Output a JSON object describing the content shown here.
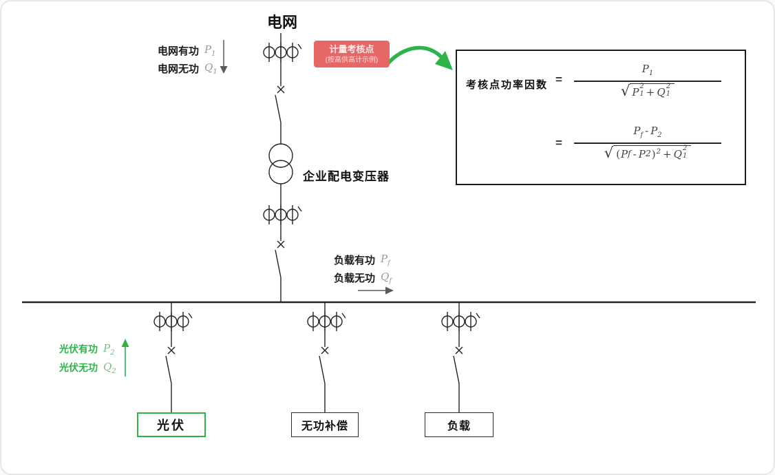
{
  "title": "电网",
  "grid": {
    "active": {
      "label": "电网有功",
      "sym": "P",
      "sub": "1"
    },
    "reactive": {
      "label": "电网无功",
      "sym": "Q",
      "sub": "1"
    }
  },
  "badge": {
    "line1": "计量考核点",
    "line2": "(按高供高计示例)"
  },
  "transformer": {
    "label": "企业配电变压器"
  },
  "load_flow": {
    "active": {
      "label": "负载有功",
      "sym": "P",
      "sub": "f"
    },
    "reactive": {
      "label": "负载无功",
      "sym": "Q",
      "sub": "f"
    }
  },
  "pv_flow": {
    "active": {
      "label": "光伏有功",
      "sym": "P",
      "sub": "2"
    },
    "reactive": {
      "label": "光伏无功",
      "sym": "Q",
      "sub": "2"
    }
  },
  "branches": {
    "pv": "光伏",
    "compensation": "无功补偿",
    "load": "负载"
  },
  "formula": {
    "title": "考核点功率因数",
    "eq1": "=",
    "eq2": "=",
    "sqrt1": "√",
    "sqrt2": "√",
    "f1": {
      "num": {
        "sym": "P",
        "sub": "1"
      },
      "den": {
        "t1": {
          "sym": "P",
          "sub": "1",
          "sup": "2"
        },
        "plus": "+",
        "t2": {
          "sym": "Q",
          "sub": "1",
          "sup": "2"
        }
      }
    },
    "f2": {
      "num": {
        "a": {
          "sym": "P",
          "sub": "f"
        },
        "minus": "-",
        "b": {
          "sym": "P",
          "sub": "2"
        }
      },
      "den": {
        "open": "(",
        "a": {
          "sym": "P",
          "sub": "f"
        },
        "minus": "-",
        "b": {
          "sym": "P",
          "sub": "2"
        },
        "close": ")",
        "sup": "2",
        "plus": "+",
        "t2": {
          "sym": "Q",
          "sub": "1",
          "sup": "2"
        }
      }
    }
  },
  "colors": {
    "green": "#2cb34a",
    "badge_bg": "#e66866",
    "badge_text": "#ffecec",
    "line": "#222222",
    "symbol_gray": "#9a9a9a"
  }
}
